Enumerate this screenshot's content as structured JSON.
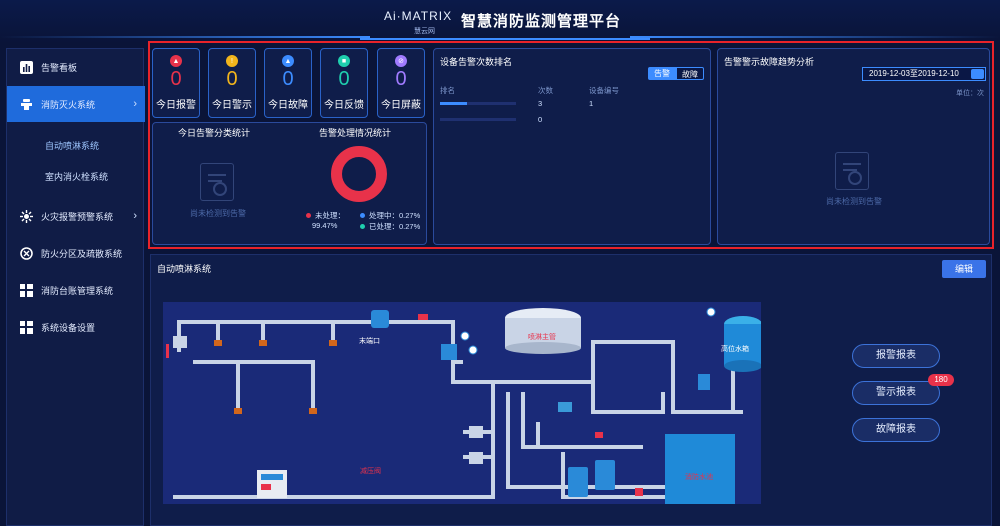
{
  "header": {
    "logo": "Ai·MATRIX",
    "logo_sub": "慧云网",
    "title": "智慧消防监测管理平台"
  },
  "sidebar": {
    "items": [
      {
        "label": "告警看板",
        "icon": "bar-chart-icon"
      },
      {
        "label": "消防灭火系统",
        "icon": "fire-hydrant-icon",
        "active": true
      },
      {
        "label": "火灾报警预警系统",
        "icon": "fire-alarm-icon"
      },
      {
        "label": "防火分区及疏散系统",
        "icon": "evacuation-icon"
      },
      {
        "label": "消防台账管理系统",
        "icon": "grid-icon"
      },
      {
        "label": "系统设备设置",
        "icon": "grid-icon"
      }
    ],
    "sub_items": [
      {
        "label": "自动喷淋系统",
        "active": true
      },
      {
        "label": "室内消火栓系统"
      }
    ]
  },
  "stats": [
    {
      "label": "今日报警",
      "value": "0",
      "color": "#e8324a",
      "icon": "alarm-bell-icon"
    },
    {
      "label": "今日警示",
      "value": "0",
      "color": "#f2b51c",
      "icon": "warning-circle-icon"
    },
    {
      "label": "今日故障",
      "value": "0",
      "color": "#3c8cff",
      "icon": "fault-triangle-icon"
    },
    {
      "label": "今日反馈",
      "value": "0",
      "color": "#1fcfae",
      "icon": "feedback-icon"
    },
    {
      "label": "今日屏蔽",
      "value": "0",
      "color": "#a07bff",
      "icon": "block-icon"
    }
  ],
  "category_panel": {
    "title": "今日告警分类统计",
    "empty": "尚未检测到告警"
  },
  "processing_panel": {
    "title": "告警处理情况统计",
    "legend": [
      {
        "label": "未处理：",
        "value": "99.47%",
        "color": "#e8324a"
      },
      {
        "label": "处理中：",
        "value": "0.27%",
        "color": "#3c8cff"
      },
      {
        "label": "已处理：",
        "value": "0.27%",
        "color": "#1fcfae"
      }
    ]
  },
  "ranking_panel": {
    "title": "设备告警次数排名",
    "tabs": [
      "告警",
      "故障"
    ],
    "active_tab": "告警",
    "columns": [
      "排名",
      "次数",
      "设备编号"
    ],
    "rows": [
      {
        "count": "3",
        "device": "1",
        "bar": 0.35
      },
      {
        "count": "0",
        "device": "",
        "bar": 0
      }
    ]
  },
  "trend_panel": {
    "title": "告警警示故障趋势分析",
    "date_range": "2019-12-03至2019-12-10",
    "unit": "单位：次",
    "empty": "尚未检测到告警"
  },
  "lower": {
    "title": "自动喷淋系统",
    "edit_button": "编辑",
    "diagram_labels": {
      "end_outlet": "末端口",
      "main_pipe": "喷淋主管",
      "high_tank": "高位水箱",
      "pressure_pipe": "减压阀",
      "fire_pool": "消防水池"
    },
    "buttons": [
      "报警报表",
      "警示报表",
      "故障报表"
    ],
    "badge": "180"
  }
}
